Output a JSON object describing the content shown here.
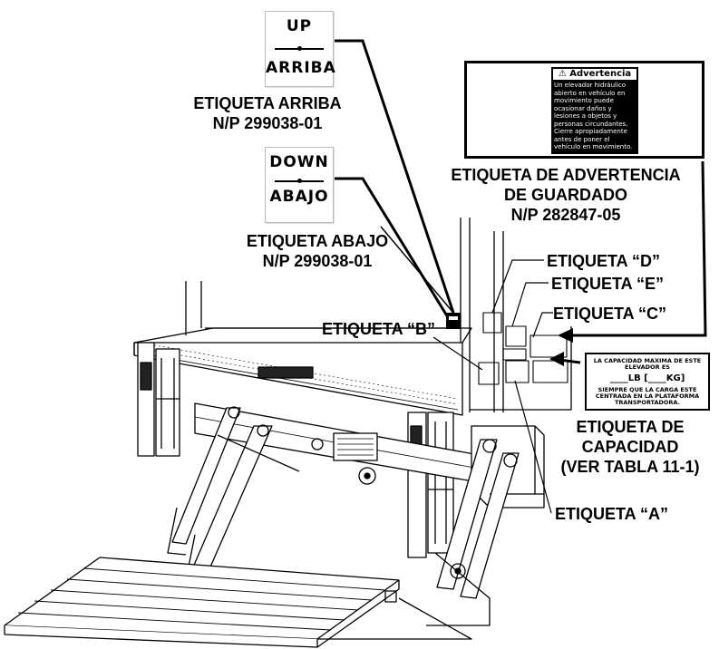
{
  "decals": {
    "up": {
      "top": "UP",
      "bottom": "ARRIBA"
    },
    "down": {
      "top": "DOWN",
      "bottom": "ABAJO"
    },
    "warning": {
      "heading": "Advertencia",
      "body": "Un elevador hidráulico abierto en vehículo en movimiento puede ocasionar daños y lesiones a objetos y personas circundantes. Cierre apropiadamente antes de poner el vehículo en movimiento."
    },
    "capacity": {
      "line1": "LA CAPACIDAD MAXIMA DE ESTE ELEVADOR ES",
      "line2": "____LB [____KG]",
      "line3": "SIEMPRE QUE LA CARGA ESTE CENTRADA EN LA PLATAFORMA TRANSPORTADORA."
    }
  },
  "labels": {
    "up_name": "ETIQUETA ARRIBA",
    "up_pn": "N/P 299038-01",
    "down_name": "ETIQUETA ABAJO",
    "down_pn": "N/P 299038-01",
    "warning_line1": "ETIQUETA DE ADVERTENCIA",
    "warning_line2": "DE GUARDADO",
    "warning_pn": "N/P 282847-05",
    "d": "ETIQUETA “D”",
    "e": "ETIQUETA “E”",
    "c": "ETIQUETA “C”",
    "b": "ETIQUETA “B”",
    "a": "ETIQUETA “A”",
    "capacity_line1": "ETIQUETA DE",
    "capacity_line2": "CAPACIDAD",
    "capacity_line3": "(VER TABLA 11-1)"
  }
}
